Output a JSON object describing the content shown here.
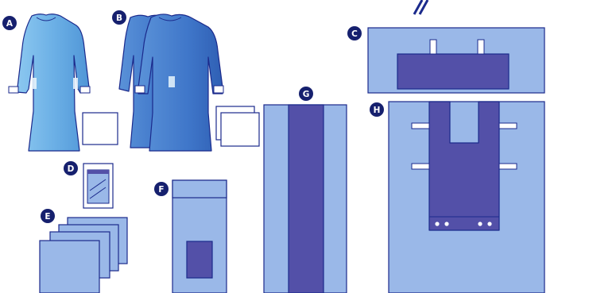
{
  "badges": {
    "a": "A",
    "b": "B",
    "c": "C",
    "d": "D",
    "e": "E",
    "f": "F",
    "g": "G",
    "h": "H"
  },
  "items": [
    {
      "letter": "A",
      "icon": "surgical-gown-icon"
    },
    {
      "letter": "B",
      "icon": "reinforced-gown-pair-icon"
    },
    {
      "letter": "C",
      "icon": "mayo-stand-cover-icon"
    },
    {
      "letter": "D",
      "icon": "pouch-icon"
    },
    {
      "letter": "E",
      "icon": "drape-stack-icon"
    },
    {
      "letter": "F",
      "icon": "adhesive-drape-icon"
    },
    {
      "letter": "G",
      "icon": "instrument-table-cover-icon"
    },
    {
      "letter": "H",
      "icon": "split-drape-icon"
    }
  ],
  "colors": {
    "outline": "#1b2a8c",
    "gown_light": "#6fb3e8",
    "gown_dark": "#3f76c9",
    "drape": "#9ab8e8",
    "reinforcement": "#5350a8",
    "badge": "#16206e"
  }
}
